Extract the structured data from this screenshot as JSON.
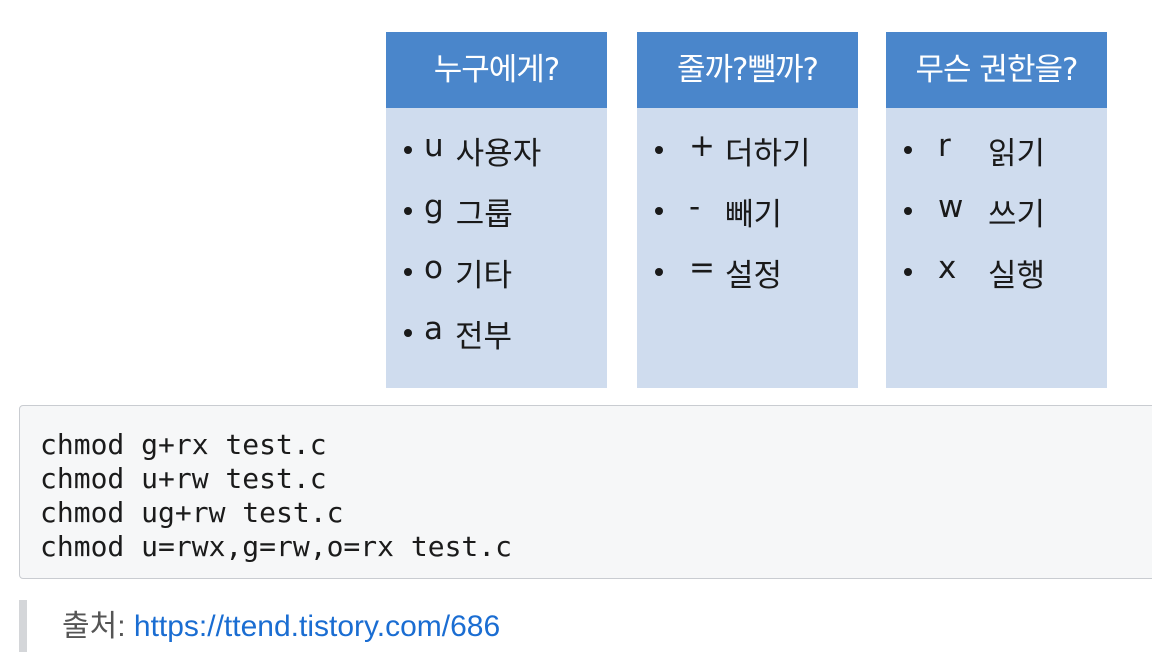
{
  "cards": [
    {
      "title": "누구에게?",
      "items": [
        {
          "sym": "u",
          "text": "사용자"
        },
        {
          "sym": "g",
          "text": "그룹"
        },
        {
          "sym": "o",
          "text": "기타"
        },
        {
          "sym": "a",
          "text": "전부"
        }
      ]
    },
    {
      "title": "줄까?뺄까?",
      "items": [
        {
          "sym": "+",
          "text": "더하기"
        },
        {
          "sym": "-",
          "text": "빼기"
        },
        {
          "sym": "=",
          "text": "설정"
        }
      ]
    },
    {
      "title": "무슨 권한을?",
      "items": [
        {
          "sym": "r",
          "text": "읽기"
        },
        {
          "sym": "w",
          "text": "쓰기"
        },
        {
          "sym": "x",
          "text": "실행"
        }
      ]
    }
  ],
  "code": {
    "lines": [
      "chmod g+rx test.c",
      "chmod u+rw test.c",
      "chmod ug+rw test.c",
      "chmod u=rwx,g=rw,o=rx test.c"
    ]
  },
  "source": {
    "label": "출처:",
    "link": "https://ttend.tistory.com/686"
  }
}
